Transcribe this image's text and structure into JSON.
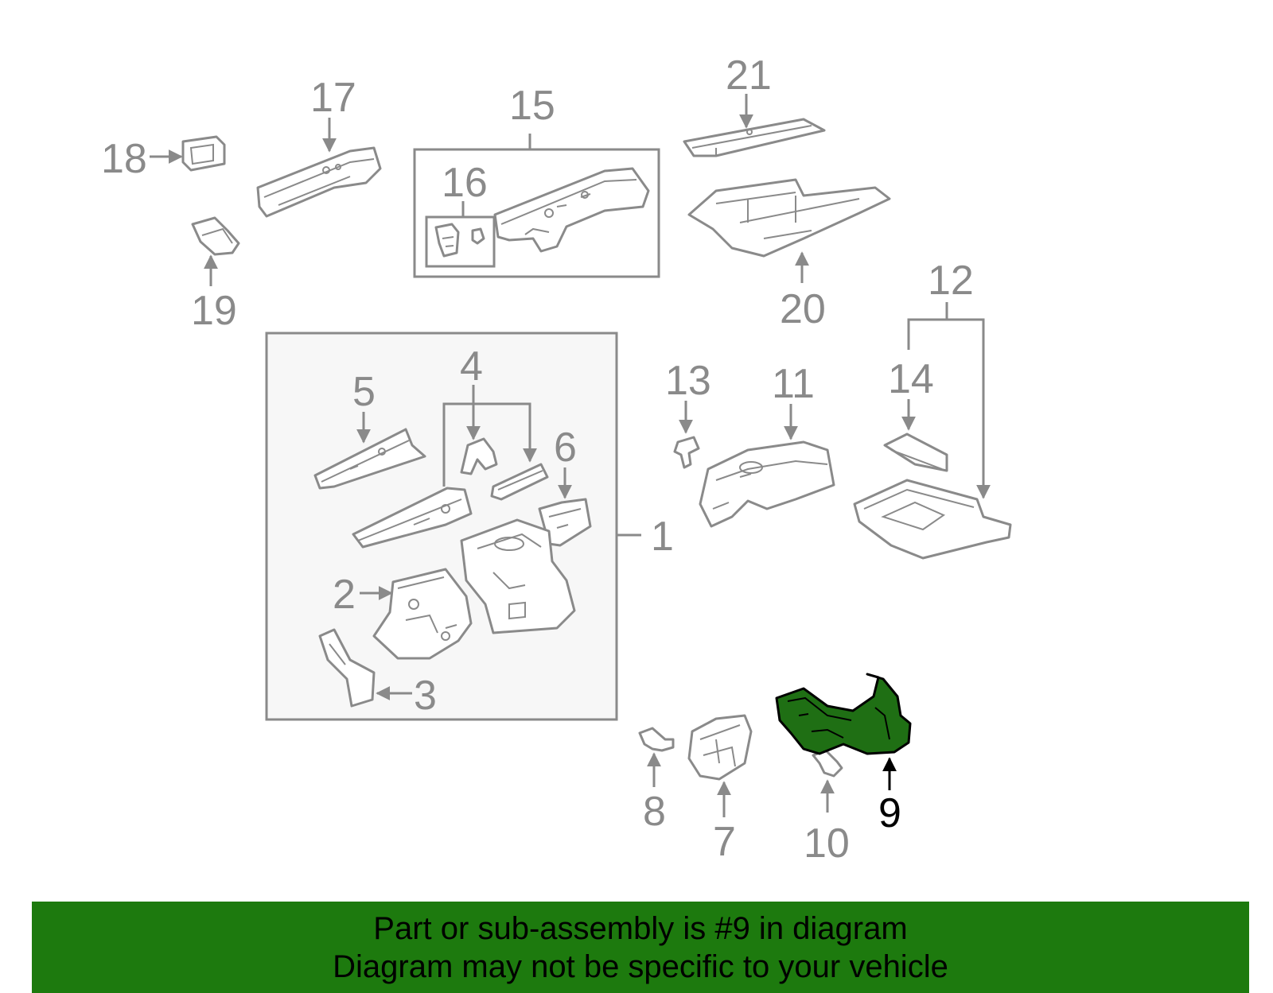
{
  "diagram": {
    "selected_callout": "9",
    "callouts": {
      "c1": "1",
      "c2": "2",
      "c3": "3",
      "c4": "4",
      "c5": "5",
      "c6": "6",
      "c7": "7",
      "c8": "8",
      "c9": "9",
      "c10": "10",
      "c11": "11",
      "c12": "12",
      "c13": "13",
      "c14": "14",
      "c15": "15",
      "c16": "16",
      "c17": "17",
      "c18": "18",
      "c19": "19",
      "c20": "20",
      "c21": "21"
    }
  },
  "banner": {
    "line1": "Part or sub-assembly is #9 in diagram",
    "line2": "Diagram may not be specific to your vehicle"
  },
  "colors": {
    "banner_bg": "#1d7a0e",
    "highlight_part": "#1f6f14",
    "line_gray": "#8a8a8a",
    "assembly_box_fill": "#f7f7f7"
  }
}
